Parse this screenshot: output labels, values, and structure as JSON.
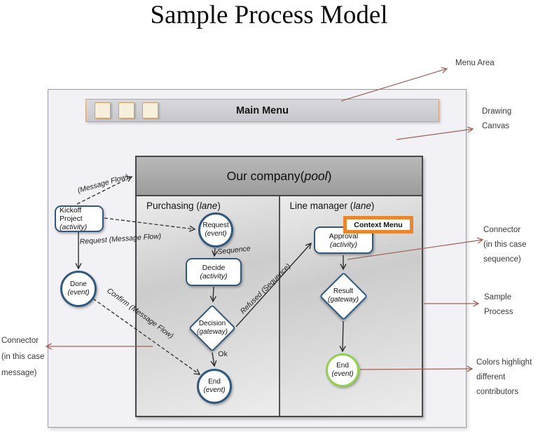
{
  "title": "Sample Process Model",
  "canvas": {
    "menu": {
      "label": "Main Menu"
    },
    "pool": {
      "title_prefix": "Our company(",
      "title_italic": "pool",
      "title_suffix": ")",
      "lanes": [
        {
          "prefix": "Purchasing (",
          "italic": "lane",
          "suffix": ")"
        },
        {
          "prefix": "Line manager (",
          "italic": "lane",
          "suffix": ")"
        }
      ]
    },
    "nodes": {
      "kickoff": {
        "name": "Kickoff Project",
        "type": "(activity)"
      },
      "done": {
        "name": "Done",
        "type": "(event)"
      },
      "request": {
        "name": "Request",
        "type": "(event)"
      },
      "decide": {
        "name": "Decide",
        "type": "(activity)"
      },
      "decision": {
        "name": "Decision",
        "type": "(gateway)"
      },
      "end_purchasing": {
        "name": "End",
        "type": "(event)"
      },
      "context_menu": {
        "label": "Context Menu"
      },
      "approval": {
        "name": "Approval",
        "type": "(activity)"
      },
      "result": {
        "name": "Result",
        "type": "(gateway)"
      },
      "end_manager": {
        "name": "End",
        "type": "(event)"
      }
    },
    "flows": {
      "message_flow": "(Message Flow)",
      "request_message": "Request (Message Flow)",
      "sequence": "Sequence",
      "confirm_message": "Confirm (Message Flow)",
      "refused_sequence": "Refused (Sequence)",
      "ok": "Ok"
    }
  },
  "annotations": {
    "menu_area": "Menu Area",
    "drawing_canvas": [
      "Drawing",
      "Canvas"
    ],
    "connector_sequence": [
      "Connector",
      "(in this case",
      "sequence)"
    ],
    "sample_process": [
      "Sample",
      "Process"
    ],
    "colors_note": [
      "Colors highlight",
      "different",
      "contributors"
    ],
    "connector_message": [
      "Connector",
      "(in this case",
      "message)"
    ]
  },
  "colors": {
    "node_border": "#31597f",
    "contributor_green": "#92d050",
    "context_menu_orange": "#e8872e",
    "annotation_arrow": "#9e6257",
    "canvas_fill": "#f2f1f5"
  }
}
